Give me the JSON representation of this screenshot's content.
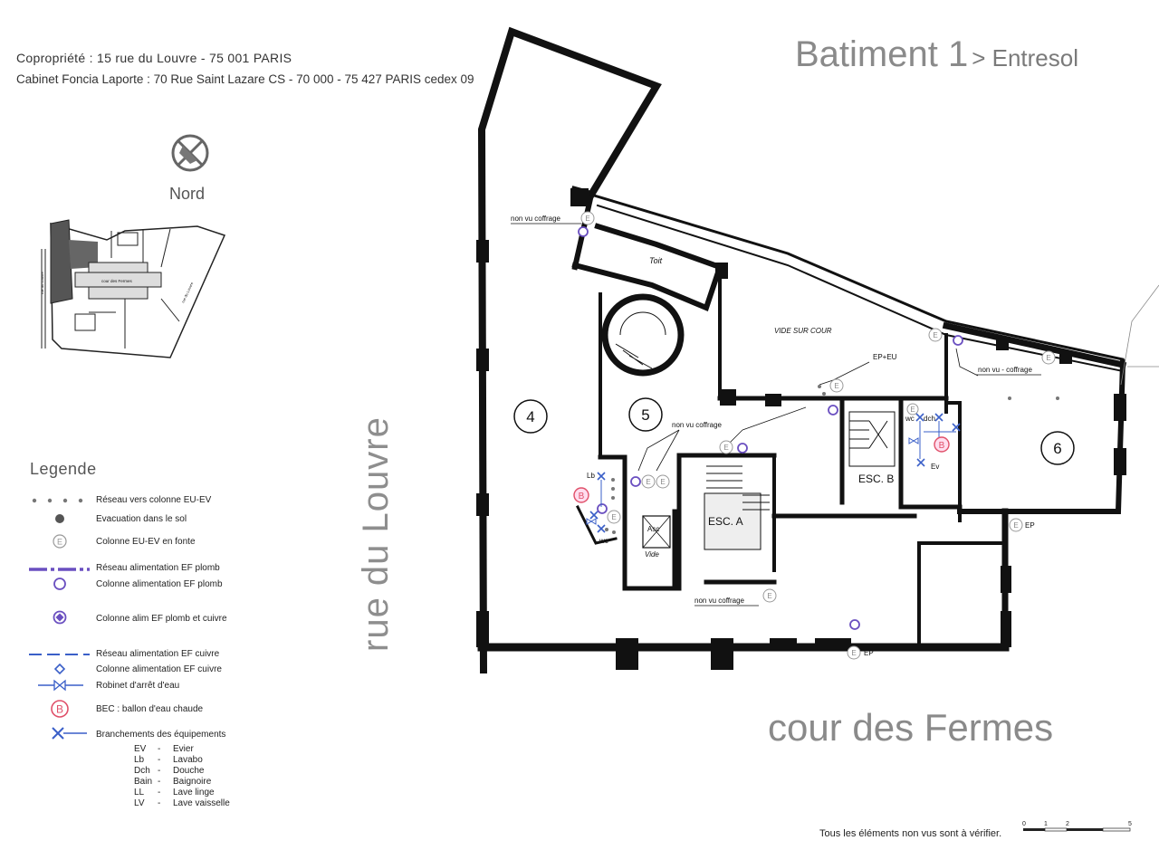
{
  "header": {
    "line1": "Copropriété : 15 rue du Louvre - 75 001 PARIS",
    "line2": "Cabinet Foncia Laporte : 70 Rue Saint Lazare CS - 70 000 - 75 427 PARIS cedex 09"
  },
  "title": {
    "main": "Batiment 1",
    "sub": "> Entresol"
  },
  "compass": {
    "label": "Nord"
  },
  "keymap": {
    "label_courtyard": "cour des Fermes",
    "label_street": "rue du Louvre",
    "label_right": "rue du Louvre"
  },
  "streets": {
    "left": "rue du Louvre",
    "bottom": "cour des Fermes"
  },
  "legend": {
    "title": "Legende",
    "items": [
      {
        "icon": "dotted-network-icon",
        "label": "Réseau vers colonne EU-EV"
      },
      {
        "icon": "floor-drain-icon",
        "label": "Evacuation dans le sol"
      },
      {
        "icon": "cast-iron-column-icon",
        "label": "Colonne EU-EV en fonte"
      },
      {
        "icon": "lead-supply-line-icon",
        "label": "Réseau alimentation EF plomb"
      },
      {
        "icon": "lead-column-icon",
        "label": "Colonne alimentation EF plomb"
      },
      {
        "icon": "lead-copper-column-icon",
        "label": "Colonne alim EF plomb et cuivre"
      },
      {
        "icon": "copper-supply-line-icon",
        "label": "Réseau alimentation EF cuivre"
      },
      {
        "icon": "copper-column-icon",
        "label": "Colonne alimentation EF cuivre"
      },
      {
        "icon": "shutoff-valve-icon",
        "label": "Robinet d'arrêt d'eau"
      },
      {
        "icon": "water-heater-icon",
        "label": "BEC : ballon d'eau chaude"
      },
      {
        "icon": "equipment-connection-icon",
        "label": "Branchements des équipements"
      }
    ],
    "abbreviations": [
      {
        "code": "EV",
        "sep": "-",
        "name": "Evier"
      },
      {
        "code": "Lb",
        "sep": "-",
        "name": "Lavabo"
      },
      {
        "code": "Dch",
        "sep": "-",
        "name": "Douche"
      },
      {
        "code": "Bain",
        "sep": "-",
        "name": "Baignoire"
      },
      {
        "code": "LL",
        "sep": "-",
        "name": "Lave linge"
      },
      {
        "code": "LV",
        "sep": "-",
        "name": "Lave vaisselle"
      }
    ],
    "bec_symbol": "B",
    "e_symbol": "E"
  },
  "plan": {
    "rooms": [
      "4",
      "5",
      "6"
    ],
    "stairs": [
      "ESC. A",
      "ESC. B"
    ],
    "toit": "Toit",
    "vide_sur_cour": "VIDE SUR COUR",
    "asc": "Asc",
    "vide": "Vide",
    "annotations": {
      "non_vu_coffrage": "non vu coffrage",
      "non_vu_coffrage_dash": "non vu - coffrage",
      "ep_eu": "EP+EU",
      "ep": "EP",
      "lb": "Lb",
      "wc": "wc",
      "ev": "Ev",
      "dch": "dch"
    }
  },
  "footer": {
    "note": "Tous les éléments non vus sont à vérifier.",
    "scale": [
      "0",
      "1",
      "2",
      "5"
    ]
  },
  "colors": {
    "purple": "#6a4fc0",
    "blue": "#3a5fc8",
    "red": "#e0506a",
    "wall": "#111111",
    "gray_text": "#8a8a8a"
  }
}
